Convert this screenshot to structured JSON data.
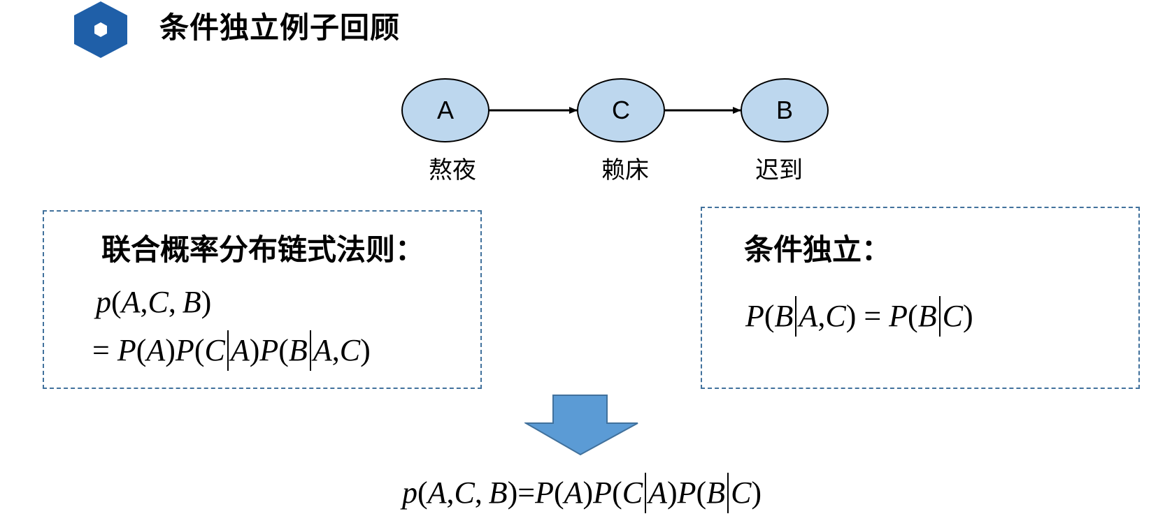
{
  "header": {
    "title": "条件独立例子回顾",
    "icon": "hexagon-icon",
    "icon_color": "#1f5fa8"
  },
  "diagram": {
    "nodes": [
      {
        "id": "A",
        "label": "A",
        "caption": "熬夜"
      },
      {
        "id": "C",
        "label": "C",
        "caption": "赖床"
      },
      {
        "id": "B",
        "label": "B",
        "caption": "迟到"
      }
    ],
    "edges": [
      {
        "from": "A",
        "to": "C"
      },
      {
        "from": "C",
        "to": "B"
      }
    ],
    "node_fill": "#bdd7ee"
  },
  "left_box": {
    "heading": "联合概率分布链式法则：",
    "formula_line1": "p(A,C,B)",
    "formula_line2": "= P(A)P(C|A)P(B|A,C)",
    "border_color": "#41719c"
  },
  "right_box": {
    "heading": "条件独立：",
    "formula": "P(B|A,C) = P(B|C)",
    "border_color": "#41719c"
  },
  "result": {
    "arrow_color": "#5b9bd5",
    "formula": "p(A,C,B)=P(A)P(C|A)P(B|C)"
  }
}
